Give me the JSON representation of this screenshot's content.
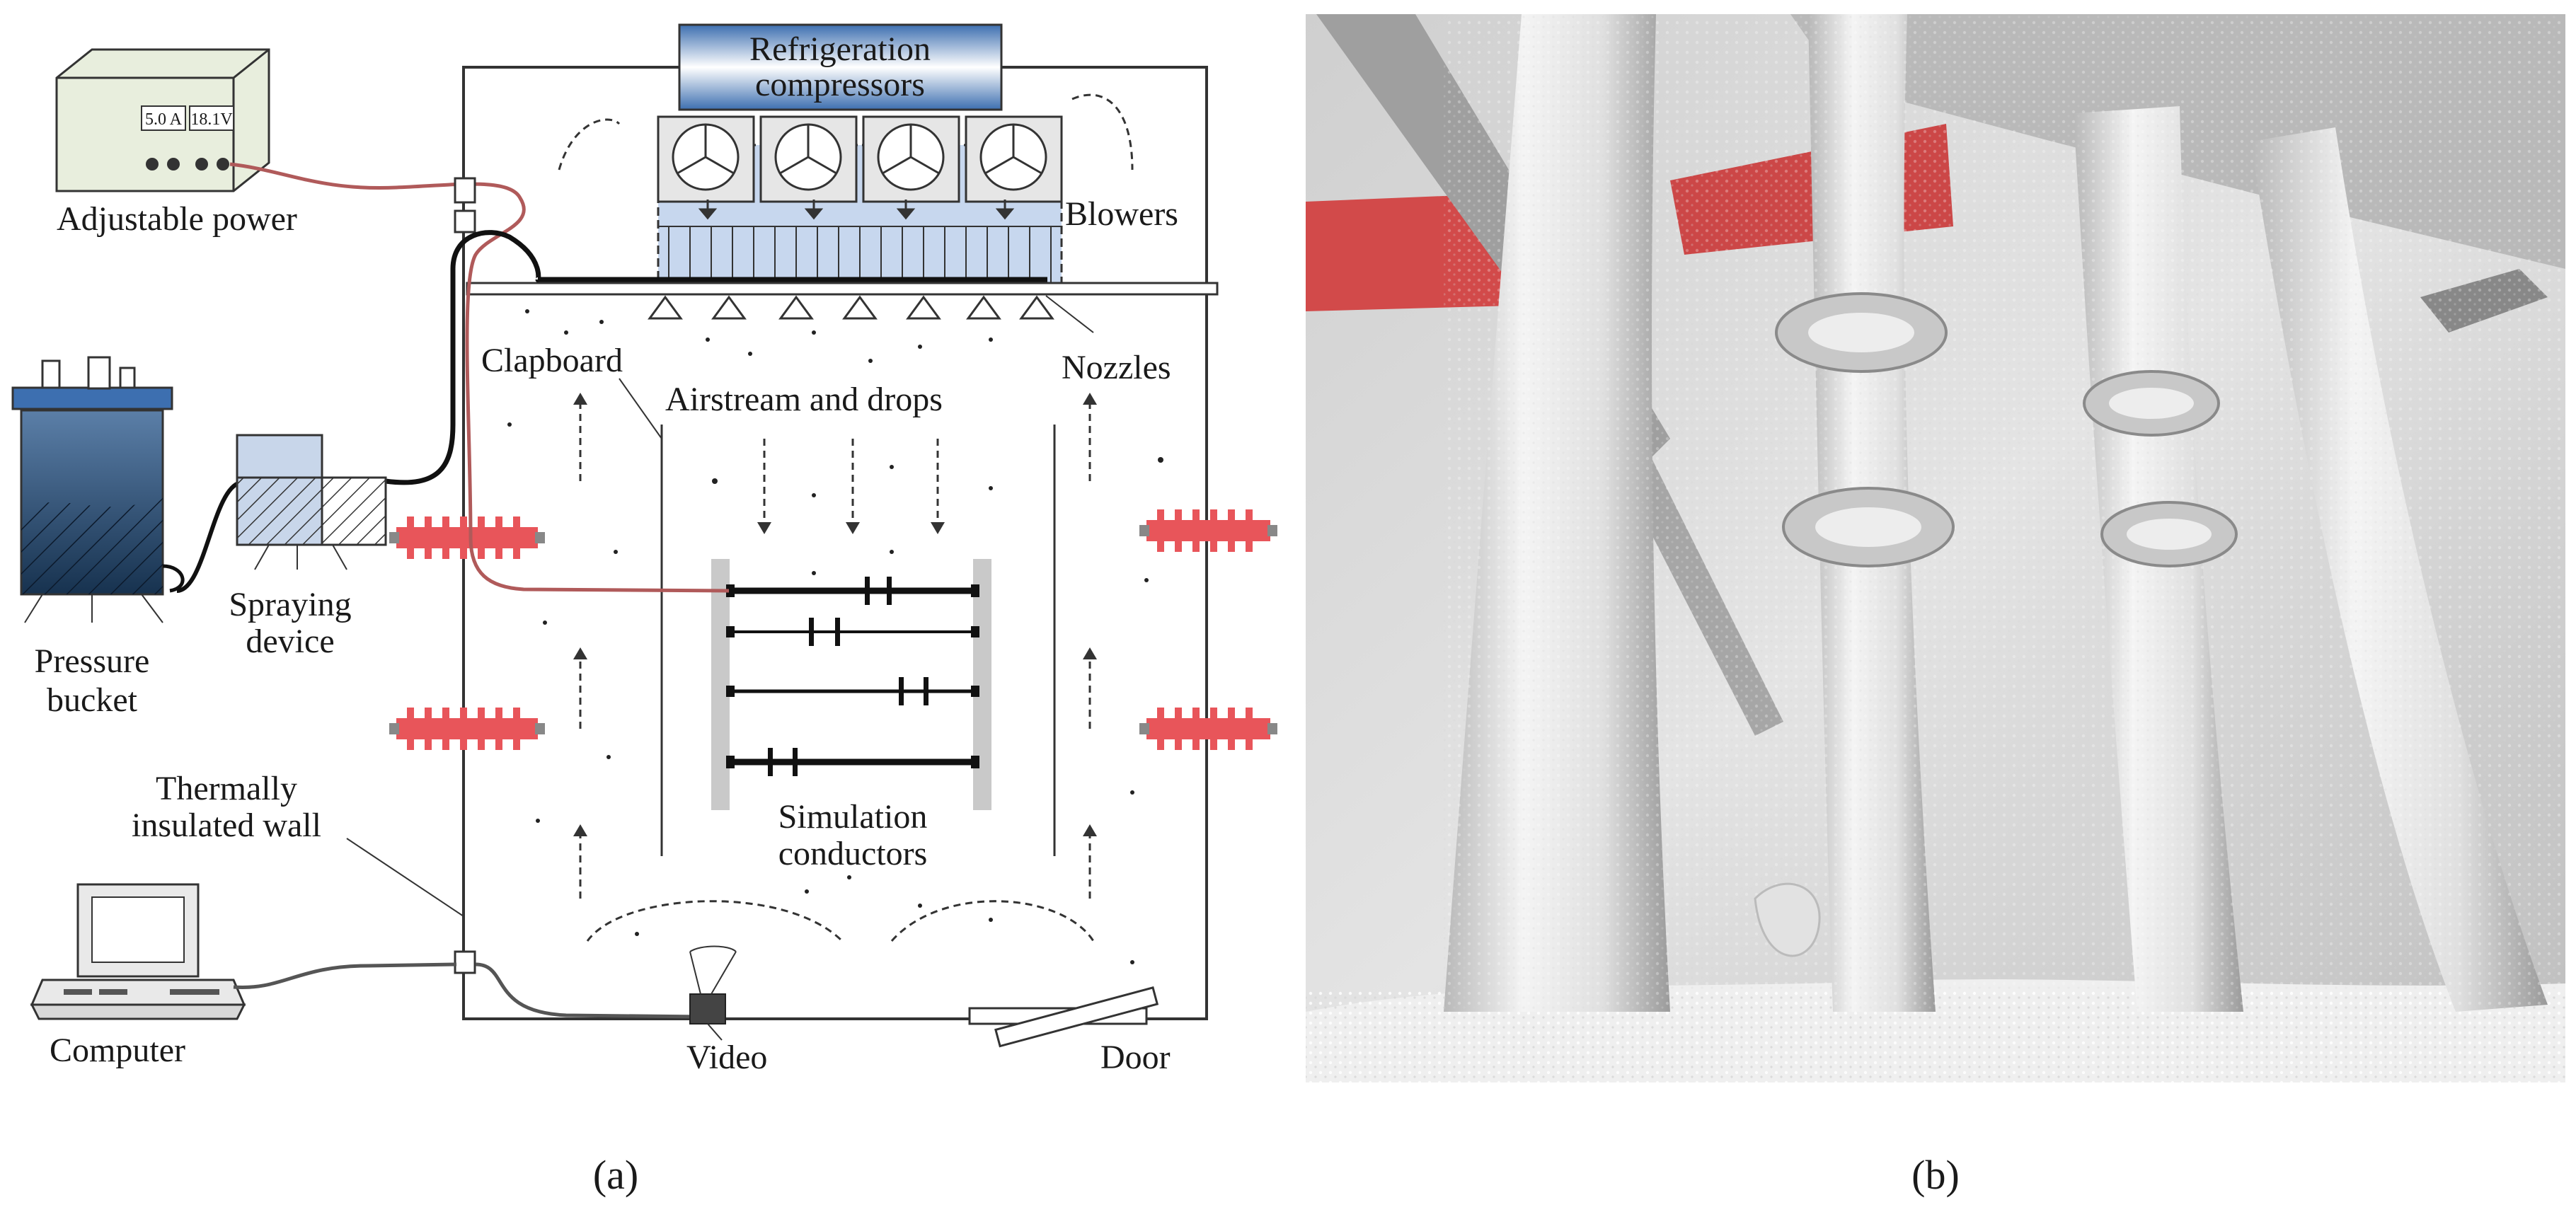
{
  "panel_a": {
    "caption": "(a)",
    "labels": {
      "refrigeration_line1": "Refrigeration",
      "refrigeration_line2": "compressors",
      "blowers": "Blowers",
      "nozzles": "Nozzles",
      "adjustable_power": "Adjustable power",
      "power_display_current": "5.0 A",
      "power_display_voltage": "18.1V",
      "clapboard": "Clapboard",
      "airstream": "Airstream and drops",
      "spraying_line1": "Spraying",
      "spraying_line2": "device",
      "pressure_line1": "Pressure",
      "pressure_line2": "bucket",
      "thermal_line1": "Thermally",
      "thermal_line2": "insulated wall",
      "simulation_line1": "Simulation",
      "simulation_line2": "conductors",
      "computer": "Computer",
      "video": "Video",
      "door": "Door"
    }
  },
  "panel_b": {
    "caption": "(b)"
  },
  "colors": {
    "compressor_top": "#3d6fb0",
    "compressor_mid": "#ffffff",
    "blower_fill": "#c7d7ee",
    "heater_red": "#e8555a",
    "bucket_water": "#2b4f7a",
    "cable_red": "#b05a5a",
    "frost_white": "#f2f2f2"
  }
}
